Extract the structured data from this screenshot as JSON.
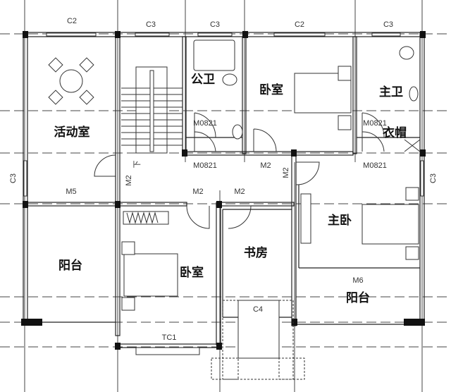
{
  "window_labels": {
    "top": [
      "C2",
      "C3",
      "C3",
      "C2",
      "C3"
    ],
    "left": "C3",
    "right": "C3",
    "c4": "C4",
    "tc1": "TC1"
  },
  "door_labels": {
    "m0821_gongwei_top": "M0821",
    "m0821_gongwei_bottom": "M0821",
    "m0821_zhuwei_top": "M0821",
    "m0821_zhuwei_bottom": "M0821",
    "m2_stair": "M2",
    "m2_bedroom_top": "M2",
    "m2_vertical": "M2",
    "m5": "M5",
    "m2_bedroom_bottom": "M2",
    "m2_study": "M2",
    "m6": "M6"
  },
  "stair_label": "下",
  "rooms": {
    "activity": "活动室",
    "public_bath": "公卫",
    "bedroom_top": "卧室",
    "master_bath": "主卫",
    "closet": "衣帽",
    "balcony_left": "阳台",
    "bedroom_bottom": "卧室",
    "study": "书房",
    "master_bedroom": "主卧",
    "balcony_right": "阳台"
  }
}
